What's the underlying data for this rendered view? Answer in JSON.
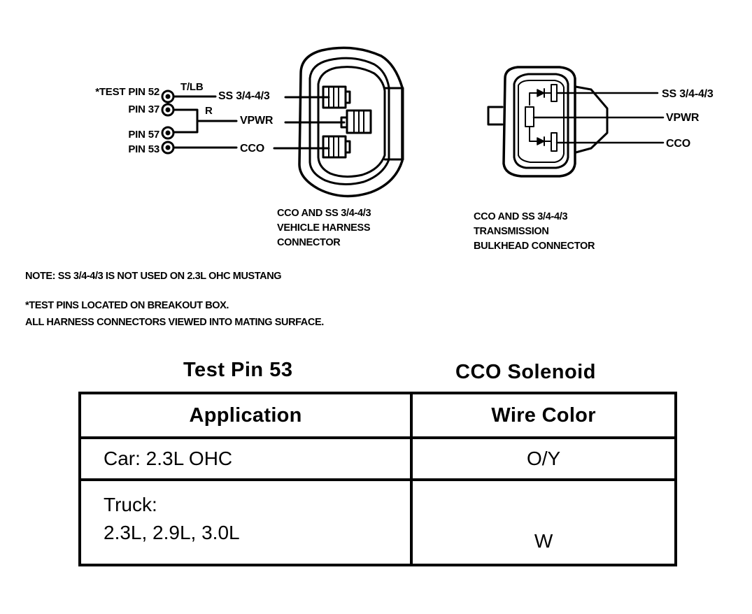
{
  "diagram": {
    "harness_connector": {
      "pins": [
        {
          "label": "*TEST PIN 52",
          "wire_color": "T/LB",
          "circuit": "SS 3/4-4/3"
        },
        {
          "label": "PIN 37",
          "wire_color": "R",
          "circuit": "VPWR"
        },
        {
          "label": "PIN 57",
          "wire_color": "R",
          "circuit": "VPWR"
        },
        {
          "label": "PIN 53",
          "wire_color": "",
          "circuit": "CCO"
        }
      ],
      "wire_labels": {
        "t_lb": "T/LB",
        "r": "R"
      },
      "circuits": [
        "SS 3/4-4/3",
        "VPWR",
        "CCO"
      ],
      "caption": [
        "CCO AND SS 3/4-4/3",
        "VEHICLE HARNESS",
        "CONNECTOR"
      ]
    },
    "bulkhead_connector": {
      "circuits": [
        "SS 3/4-4/3",
        "VPWR",
        "CCO"
      ],
      "caption": [
        "CCO AND SS 3/4-4/3",
        "TRANSMISSION",
        "BULKHEAD CONNECTOR"
      ]
    }
  },
  "notes": {
    "note1": "NOTE: SS 3/4-4/3 IS NOT USED ON 2.3L OHC MUSTANG",
    "note2": "*TEST PINS LOCATED ON BREAKOUT BOX.",
    "note3": "ALL HARNESS CONNECTORS VIEWED INTO MATING SURFACE."
  },
  "table": {
    "title_left": "Test Pin 53",
    "title_right": "CCO Solenoid",
    "headers": [
      "Application",
      "Wire Color"
    ],
    "rows": [
      {
        "application": [
          "Car: 2.3L OHC"
        ],
        "wire_color": "O/Y"
      },
      {
        "application": [
          "Truck:",
          "2.3L, 2.9L, 3.0L"
        ],
        "wire_color": "W"
      }
    ]
  }
}
